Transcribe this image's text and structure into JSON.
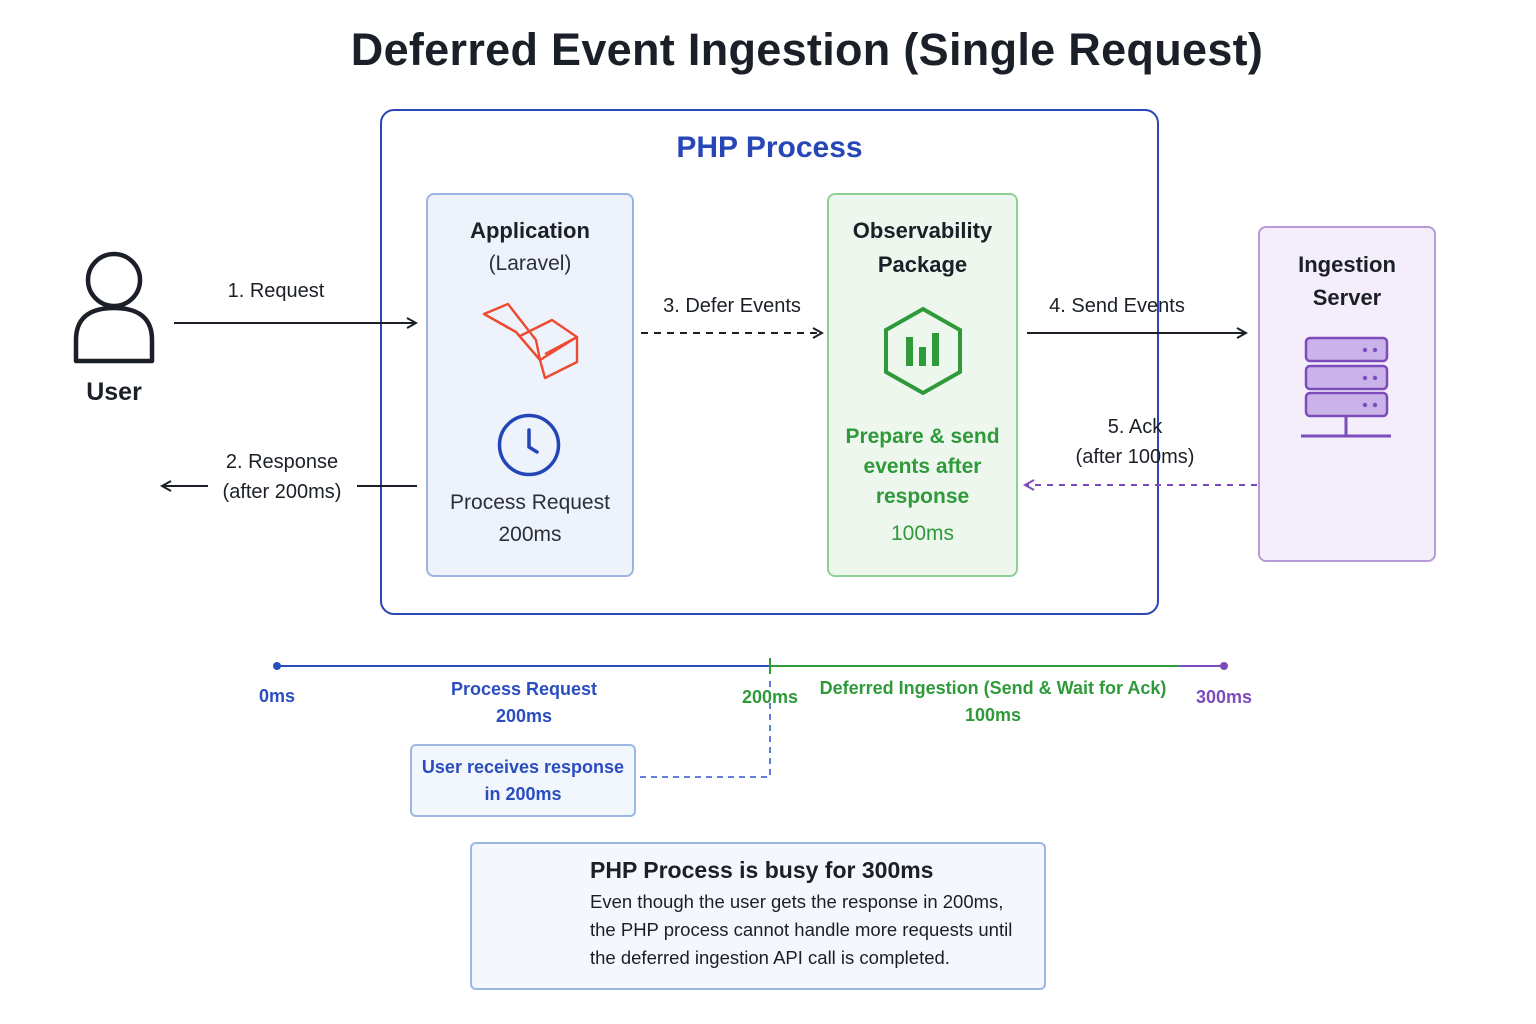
{
  "title": "Deferred Event Ingestion (Single Request)",
  "php_process": {
    "label": "PHP Process"
  },
  "user": {
    "label": "User"
  },
  "application": {
    "title": "Application",
    "subtitle": "(Laravel)",
    "process_label": "Process Request",
    "process_time": "200ms"
  },
  "observability": {
    "title_line1": "Observability",
    "title_line2": "Package",
    "desc_line1": "Prepare & send",
    "desc_line2": "events after",
    "desc_line3": "response",
    "time": "100ms"
  },
  "server": {
    "title_line1": "Ingestion",
    "title_line2": "Server"
  },
  "messages": {
    "request": "1. Request",
    "response_line1": "2. Response",
    "response_line2": "(after 200ms)",
    "defer": "3. Defer Events",
    "send": "4. Send Events",
    "ack_line1": "5. Ack",
    "ack_line2": "(after 100ms)"
  },
  "timeline": {
    "start": "0ms",
    "mid": "200ms",
    "end": "300ms",
    "phase1_line1": "Process Request",
    "phase1_line2": "200ms",
    "phase2_line1": "Deferred Ingestion (Send & Wait for Ack)",
    "phase2_line2": "100ms"
  },
  "response_note": {
    "line1": "User receives response",
    "line2": "in 200ms"
  },
  "busy_note": {
    "heading": "PHP Process is busy for 300ms",
    "line1": "Even though the user gets the response in 200ms,",
    "line2": "the PHP process cannot handle more requests until",
    "line3": "the deferred ingestion API call is completed."
  },
  "colors": {
    "php_blue": "#2a45b6",
    "app_fill": "#eef3fb",
    "obs_fill": "#edf7ee",
    "obs_green": "#2f9a39",
    "server_fill": "#f3eefa",
    "server_purple": "#7d4cbc",
    "laravel_red": "#ee4a32"
  },
  "icons": [
    "user-icon",
    "laravel-logo-icon",
    "clock-icon",
    "observability-logo-icon",
    "server-icon"
  ]
}
